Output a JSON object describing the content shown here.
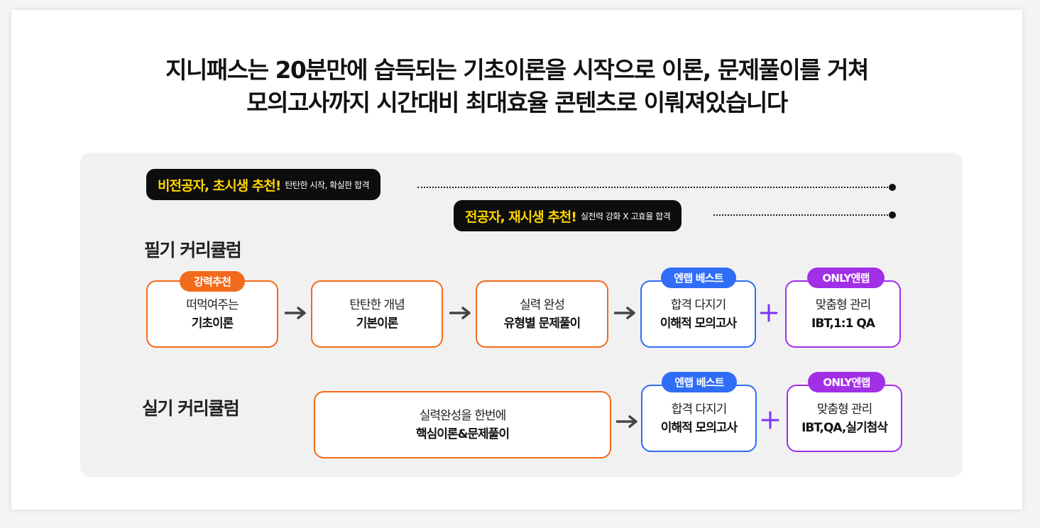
{
  "headline": {
    "line1": "지니패스는 20분만에 습득되는 기초이론을 시작으로 이론, 문제풀이를 거쳐",
    "line2": "모의고사까지 시간대비 최대효율 콘텐츠로 이뤄져있습니다"
  },
  "targets": [
    {
      "highlight": "비전공자, 초시생 추천!",
      "sub": "탄탄한 시작, 확실한 합격"
    },
    {
      "highlight": "전공자, 재시생 추천!",
      "sub": "실전력 강화 X 고효율 합격"
    }
  ],
  "written": {
    "title": "필기 커리큘럼",
    "steps": [
      {
        "tag": "강력추천",
        "line1": "떠먹여주는",
        "line2": "기초이론"
      },
      {
        "line1": "탄탄한 개념",
        "line2": "기본이론"
      },
      {
        "line1": "실력 완성",
        "line2": "유형별 문제풀이"
      },
      {
        "tag": "엔랩 베스트",
        "line1": "합격 다지기",
        "line2": "이해적 모의고사"
      },
      {
        "tag": "ONLY엔랩",
        "line1": "맞춤형 관리",
        "line2": "IBT,1:1 QA"
      }
    ]
  },
  "practical": {
    "title": "실기 커리큘럼",
    "steps": [
      {
        "line1": "실력완성을 한번에",
        "line2": "핵심이론&문제풀이"
      },
      {
        "tag": "엔랩 베스트",
        "line1": "합격 다지기",
        "line2": "이해적 모의고사"
      },
      {
        "tag": "ONLY엔랩",
        "line1": "맞춤형 관리",
        "line2": "IBT,QA,실기첨삭"
      }
    ]
  },
  "icons": {
    "arrow": "arrow-right-icon",
    "plus": "plus-icon",
    "dot": "dot-icon"
  },
  "colors": {
    "orange": "#f26a1b",
    "blue": "#2f6df6",
    "purple": "#a12fe6",
    "yellow": "#ffd400"
  }
}
